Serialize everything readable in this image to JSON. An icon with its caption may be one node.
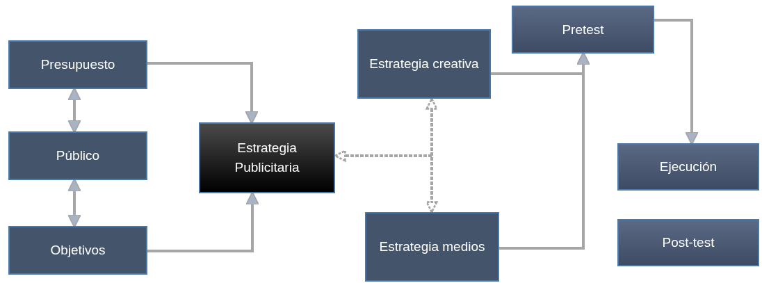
{
  "diagram": {
    "nodes": [
      {
        "text": [
          "Presupuesto"
        ]
      },
      {
        "text": [
          "Público"
        ]
      },
      {
        "text": [
          "Objetivos"
        ]
      },
      {
        "text": [
          "Estrategia Publicitaria"
        ]
      },
      {
        "text": [
          "Estrategia creativa"
        ]
      },
      {
        "text": [
          "Estrategia medios"
        ]
      },
      {
        "text": [
          "Pretest"
        ]
      },
      {
        "text": [
          "Ejecución"
        ]
      },
      {
        "text": [
          "Post-test"
        ]
      }
    ],
    "edges": [
      {
        "from": 0,
        "to": 3,
        "arrow": "to"
      },
      {
        "from": 0,
        "to": 1,
        "arrow": "both"
      },
      {
        "from": 1,
        "to": 2,
        "arrow": "both"
      },
      {
        "from": 2,
        "to": 3,
        "arrow": "to"
      },
      {
        "from": 4,
        "to": 5,
        "arrow": "both",
        "style": "dashed"
      },
      {
        "from": null,
        "to": 3,
        "arrow": "to",
        "style": "dashed"
      },
      {
        "from": 4,
        "to": 6,
        "arrow": "to"
      },
      {
        "from": 5,
        "to": 6,
        "arrow": "to"
      },
      {
        "from": 6,
        "to": 7,
        "arrow": "to"
      }
    ]
  }
}
